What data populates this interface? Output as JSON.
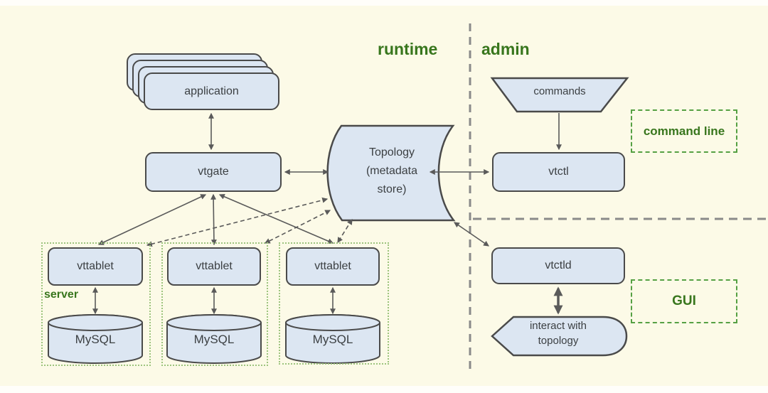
{
  "titles": {
    "runtime": "runtime",
    "admin": "admin"
  },
  "nodes": {
    "application": "application",
    "vtgate": "vtgate",
    "topology": {
      "line1": "Topology",
      "line2": "(metadata",
      "line3": "store)"
    },
    "commands": "commands",
    "vtctl": "vtctl",
    "vtctld": "vtctld",
    "interact": {
      "line1": "interact with",
      "line2": "topology"
    }
  },
  "servers": [
    {
      "tablet": "vttablet",
      "db": "MySQL"
    },
    {
      "tablet": "vttablet",
      "db": "MySQL"
    },
    {
      "tablet": "vttablet",
      "db": "MySQL"
    }
  ],
  "annotations": {
    "server": "server",
    "command_line": "command line",
    "gui": "GUI"
  },
  "colors": {
    "background": "#fcfae7",
    "node_fill": "#dce6f2",
    "node_border": "#4a4a4a",
    "arrow": "#5a5a5a",
    "separator": "#8a8a8a",
    "green_text": "#38761d",
    "green_dashed_border": "#55a043",
    "green_dotted_border": "#9dc47e"
  }
}
